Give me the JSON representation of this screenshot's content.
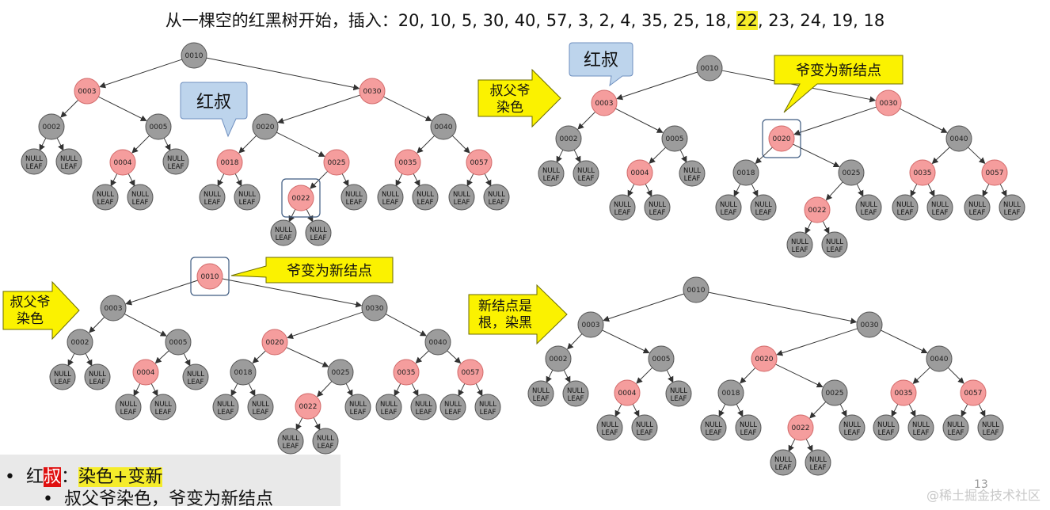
{
  "title": {
    "prefix": "从一棵空的红黑树开始，插入：20, 10, 5, 30, 40, 57, 3, 2, 4, 35, 25, 18, ",
    "highlight": "22",
    "suffix": ", 23, 24, 19, 18"
  },
  "labels": {
    "null_leaf_line1": "NULL",
    "null_leaf_line2": "LEAF"
  },
  "callouts": {
    "red_uncle": "红叔",
    "grandparent_new": "爷变为新结点"
  },
  "arrows": {
    "recolor_line1": "叔父爷",
    "recolor_line2": "染色",
    "root_line1": "新结点是",
    "root_line2": "根，染黑"
  },
  "colors": {
    "red_node": "#f59d9d",
    "black_node": "#9c9c9c",
    "callout_blue": "#bdd4ec",
    "callout_yellow": "#fbf200"
  },
  "trees": [
    {
      "nodes": [
        {
          "key": "0010",
          "color": "black"
        },
        {
          "key": "0003",
          "color": "red"
        },
        {
          "key": "0030",
          "color": "red"
        },
        {
          "key": "0002",
          "color": "black"
        },
        {
          "key": "0005",
          "color": "black"
        },
        {
          "key": "0020",
          "color": "black"
        },
        {
          "key": "0040",
          "color": "black"
        },
        {
          "key": "0004",
          "color": "red"
        },
        {
          "key": "0018",
          "color": "red"
        },
        {
          "key": "0025",
          "color": "red"
        },
        {
          "key": "0035",
          "color": "red"
        },
        {
          "key": "0057",
          "color": "red"
        },
        {
          "key": "0022",
          "color": "red"
        }
      ]
    },
    {
      "nodes": [
        {
          "key": "0010",
          "color": "black"
        },
        {
          "key": "0003",
          "color": "red"
        },
        {
          "key": "0030",
          "color": "red"
        },
        {
          "key": "0002",
          "color": "black"
        },
        {
          "key": "0005",
          "color": "black"
        },
        {
          "key": "0020",
          "color": "red"
        },
        {
          "key": "0040",
          "color": "black"
        },
        {
          "key": "0004",
          "color": "red"
        },
        {
          "key": "0018",
          "color": "black"
        },
        {
          "key": "0025",
          "color": "black"
        },
        {
          "key": "0035",
          "color": "red"
        },
        {
          "key": "0057",
          "color": "red"
        },
        {
          "key": "0022",
          "color": "red"
        }
      ]
    },
    {
      "nodes": [
        {
          "key": "0010",
          "color": "red"
        },
        {
          "key": "0003",
          "color": "black"
        },
        {
          "key": "0030",
          "color": "black"
        },
        {
          "key": "0002",
          "color": "black"
        },
        {
          "key": "0005",
          "color": "black"
        },
        {
          "key": "0020",
          "color": "red"
        },
        {
          "key": "0040",
          "color": "black"
        },
        {
          "key": "0004",
          "color": "red"
        },
        {
          "key": "0018",
          "color": "black"
        },
        {
          "key": "0025",
          "color": "black"
        },
        {
          "key": "0035",
          "color": "red"
        },
        {
          "key": "0057",
          "color": "red"
        },
        {
          "key": "0022",
          "color": "red"
        }
      ]
    },
    {
      "nodes": [
        {
          "key": "0010",
          "color": "black"
        },
        {
          "key": "0003",
          "color": "black"
        },
        {
          "key": "0030",
          "color": "black"
        },
        {
          "key": "0002",
          "color": "black"
        },
        {
          "key": "0005",
          "color": "black"
        },
        {
          "key": "0020",
          "color": "red"
        },
        {
          "key": "0040",
          "color": "black"
        },
        {
          "key": "0004",
          "color": "red"
        },
        {
          "key": "0018",
          "color": "black"
        },
        {
          "key": "0025",
          "color": "black"
        },
        {
          "key": "0035",
          "color": "red"
        },
        {
          "key": "0057",
          "color": "red"
        },
        {
          "key": "0022",
          "color": "red"
        }
      ]
    }
  ],
  "summary": {
    "bullet": "•",
    "prefix": "红",
    "highlight_red": "叔",
    "colon": "：",
    "highlight_yellow": "染色+变新",
    "sub_bullet": "•",
    "sub_text": "叔父爷染色，爷变为新结点"
  },
  "page_number": "13",
  "watermark": "@稀土掘金技术社区"
}
